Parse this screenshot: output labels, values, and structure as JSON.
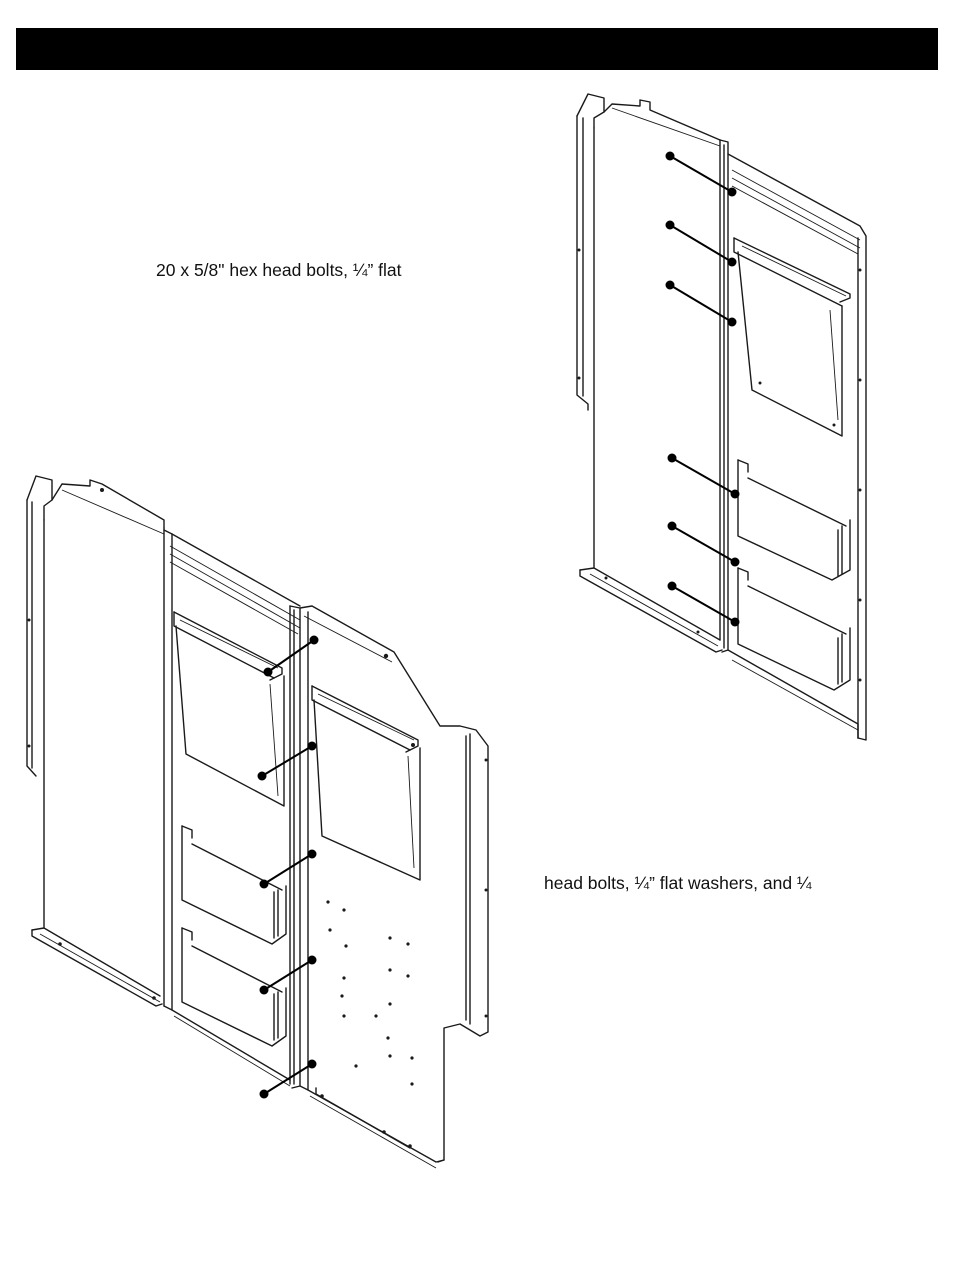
{
  "header": {
    "bar_color": "#000000"
  },
  "captions": {
    "top": "20 x 5/8\" hex head bolts, ¼” flat",
    "bottom": "head bolts, ¼” flat washers, and ¼"
  },
  "figures": {
    "top_right": {
      "icon": "panel-assembly-drawing"
    },
    "bottom_left": {
      "icon": "panel-assembly-drawing"
    }
  }
}
